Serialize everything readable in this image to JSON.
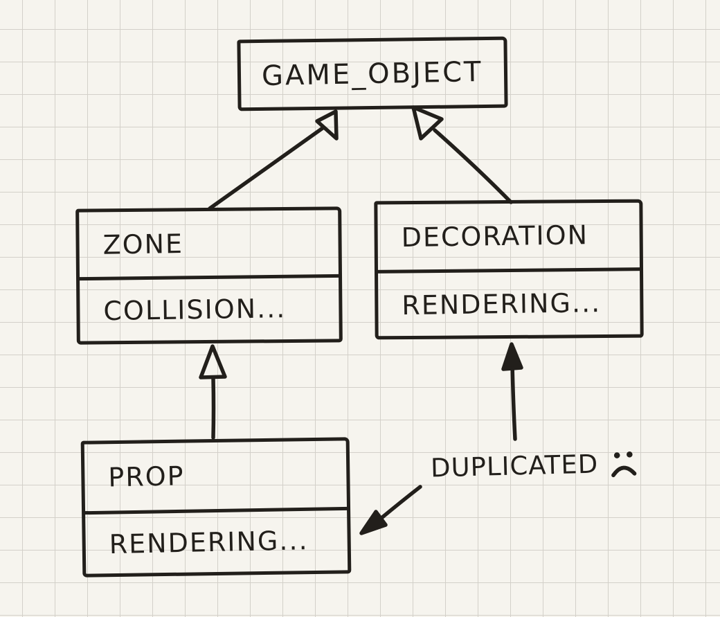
{
  "diagram": {
    "type": "hand-drawn class inheritance diagram on grid paper",
    "classes": {
      "game_object": {
        "name": "GAME_OBJECT"
      },
      "zone": {
        "name": "ZONE",
        "detail": "COLLISION..."
      },
      "decoration": {
        "name": "DECORATION",
        "detail": "RENDERING..."
      },
      "prop": {
        "name": "PROP",
        "detail": "RENDERING..."
      }
    },
    "annotation": {
      "label": "DUPLICATED",
      "icon": "sad-face-icon"
    },
    "relations": [
      {
        "from": "ZONE",
        "to": "GAME_OBJECT",
        "type": "inheritance"
      },
      {
        "from": "DECORATION",
        "to": "GAME_OBJECT",
        "type": "inheritance"
      },
      {
        "from": "PROP",
        "to": "ZONE",
        "type": "inheritance"
      },
      {
        "from": "DUPLICATED",
        "to": "DECORATION.RENDERING",
        "type": "pointer"
      },
      {
        "from": "DUPLICATED",
        "to": "PROP.RENDERING",
        "type": "pointer"
      }
    ],
    "colors": {
      "ink": "#221f1b",
      "paper": "#f6f4ee",
      "grid": "#d3d0c9"
    }
  }
}
